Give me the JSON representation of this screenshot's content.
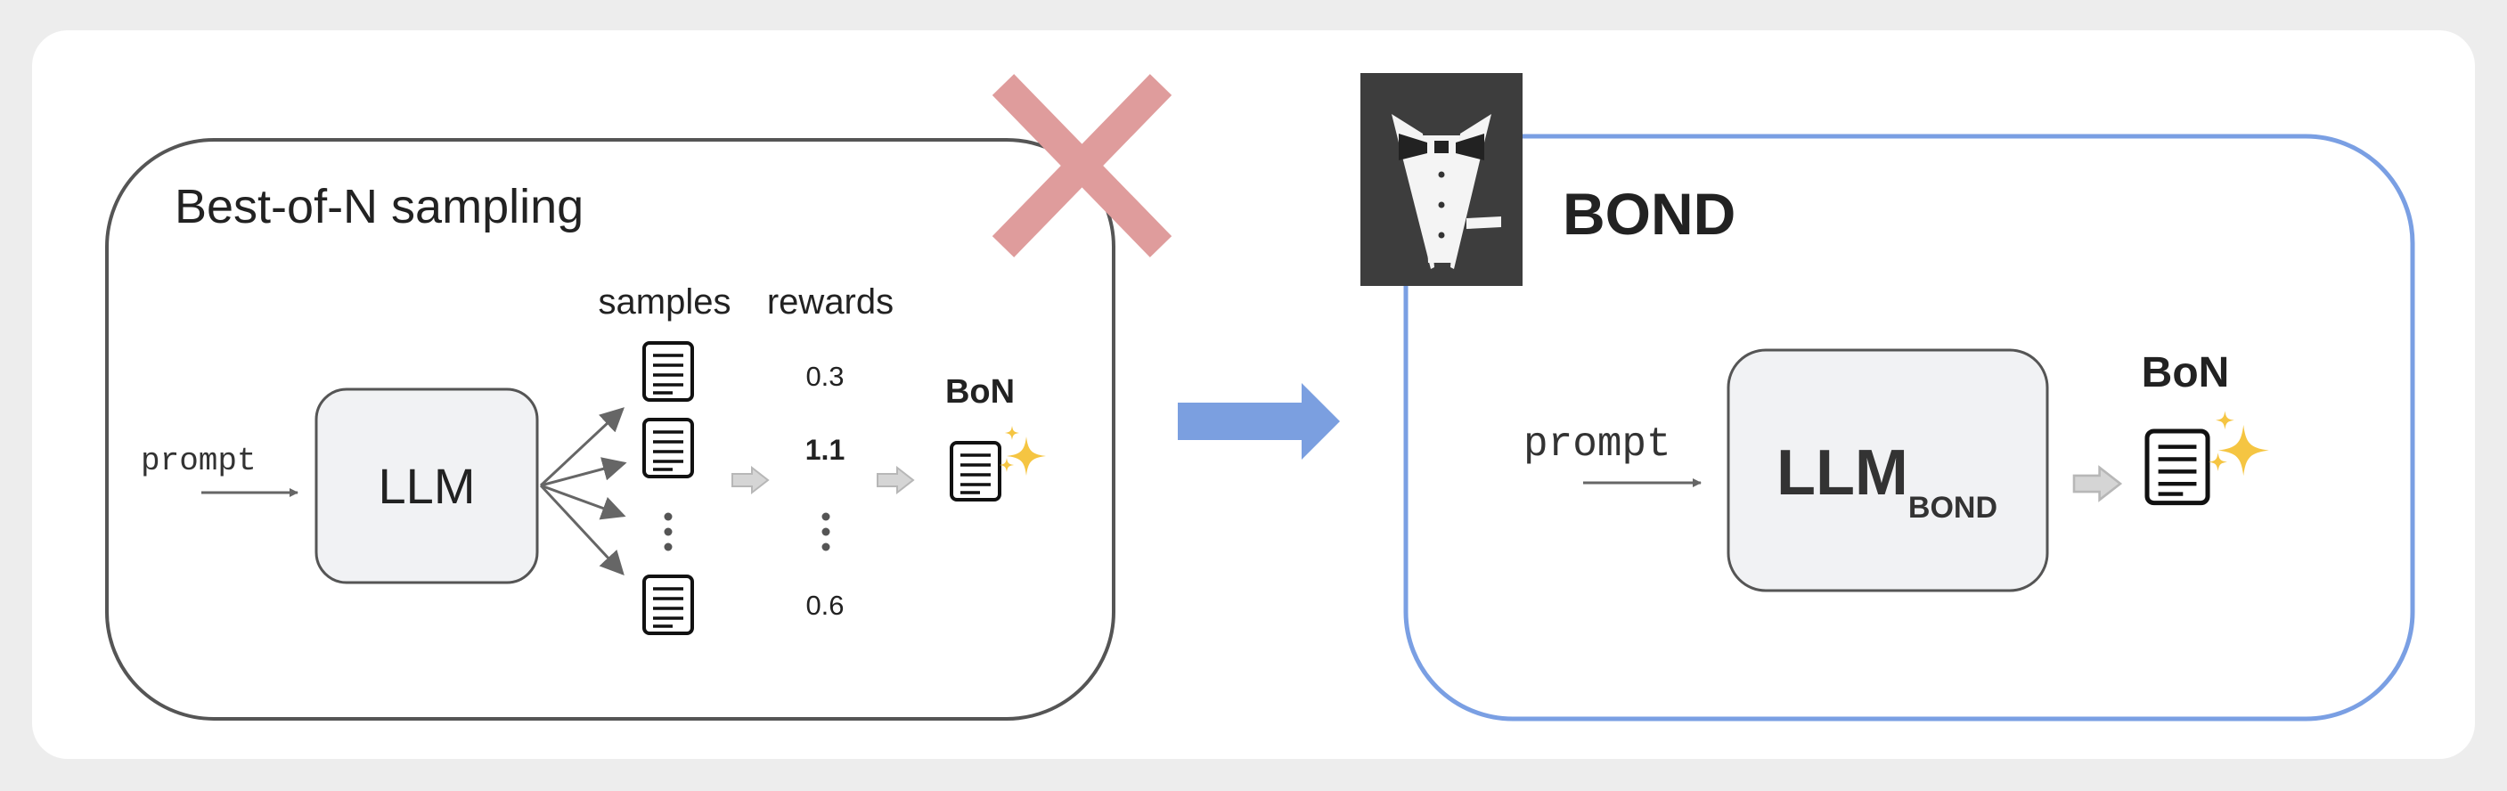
{
  "left_panel": {
    "title": "Best-of-N sampling",
    "prompt_label": "prompt",
    "model_label": "LLM",
    "samples_header": "samples",
    "rewards_header": "rewards",
    "rewards": [
      "0.3",
      "1.1",
      "0.6"
    ],
    "output_label": "BoN"
  },
  "right_panel": {
    "title": "BOND",
    "prompt_label": "prompt",
    "model_label": "LLM",
    "model_subscript": "BOND",
    "output_label": "BoN"
  },
  "colors": {
    "background": "#ededed",
    "panel_bg": "#ffffff",
    "left_border": "#555555",
    "right_border": "#7a9fe3",
    "transition_arrow": "#7b9fe0",
    "cross": "#df9c9c",
    "box_fill": "#f1f2f4",
    "gray_arrow": "#cfcfcf",
    "icon_bg": "#3d3d3d",
    "sparkle": "#f5c542"
  },
  "icons": [
    "document-icon",
    "sparkles-icon",
    "tuxedo-icon",
    "cross-icon",
    "right-arrow-icon"
  ]
}
